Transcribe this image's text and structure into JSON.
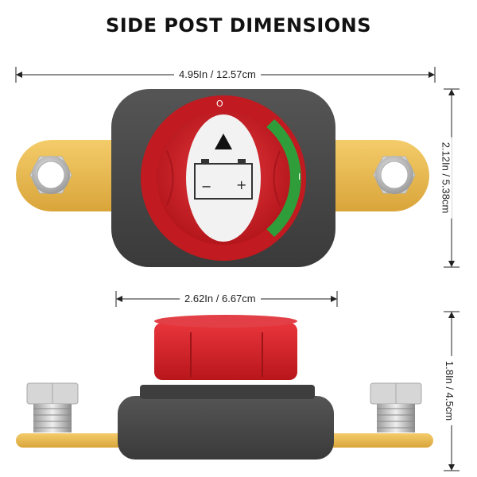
{
  "title": "SIDE POST DIMENSIONS",
  "dimensions": {
    "top_width": "4.95In / 12.57cm",
    "top_height": "2.12In / 5.38cm",
    "side_width": "2.62In / 6.67cm",
    "side_height": "1.8In / 4.5cm"
  },
  "knob_markings": {
    "off_symbol": "O",
    "on_symbol": "I",
    "minus": "−",
    "plus": "+"
  },
  "colors": {
    "housing": "#4a4a4a",
    "knob_red": "#d81f26",
    "knob_red_dark": "#a8151b",
    "on_green": "#2f9e3a",
    "brass": "#e9b94a",
    "nut_silver": "#c9c9c9",
    "label_white": "#f2f2f2"
  }
}
